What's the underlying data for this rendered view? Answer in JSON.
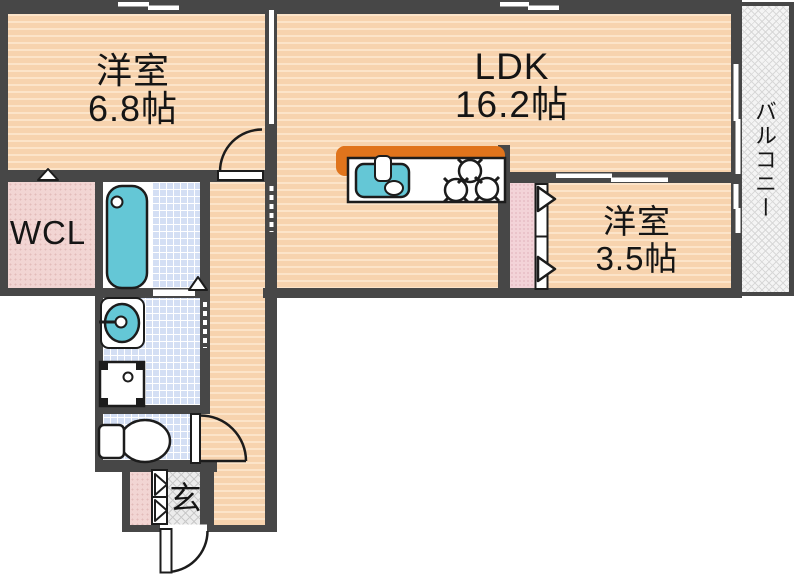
{
  "floorplan": {
    "title": "apartment-floorplan-2LDK",
    "rooms": {
      "bedroom_main": {
        "name": "洋室",
        "size": "6.8帖"
      },
      "ldk": {
        "name": "LDK",
        "size": "16.2帖"
      },
      "bedroom_small": {
        "name": "洋室",
        "size": "3.5帖"
      },
      "walk_in_closet": {
        "label": "WCL"
      },
      "balcony": {
        "label": "バルコニー"
      },
      "entrance": {
        "label": "玄"
      }
    },
    "fixtures": [
      "bathtub",
      "washbasin",
      "washing-machine",
      "toilet",
      "kitchen-counter",
      "kitchen-sink",
      "stove-burners",
      "hinged-door-bedroom-main",
      "hinged-door-toilet",
      "entrance-door",
      "folding-closet-door",
      "entrance-storage-door",
      "sliding-window-top-left",
      "sliding-window-top-ldk",
      "balcony-sliding-door",
      "balcony-window-small",
      "sliding-door-ldk-bedroom"
    ],
    "colors": {
      "wall": "#474747",
      "floor_peach": "#f7d3ae",
      "wet_area_blue": "#d4dff4",
      "water_cyan": "#64c7d6",
      "counter_orange": "#e0741c",
      "closet_pink": "#f3d3d8",
      "genkan_gray": "#ececec"
    }
  }
}
